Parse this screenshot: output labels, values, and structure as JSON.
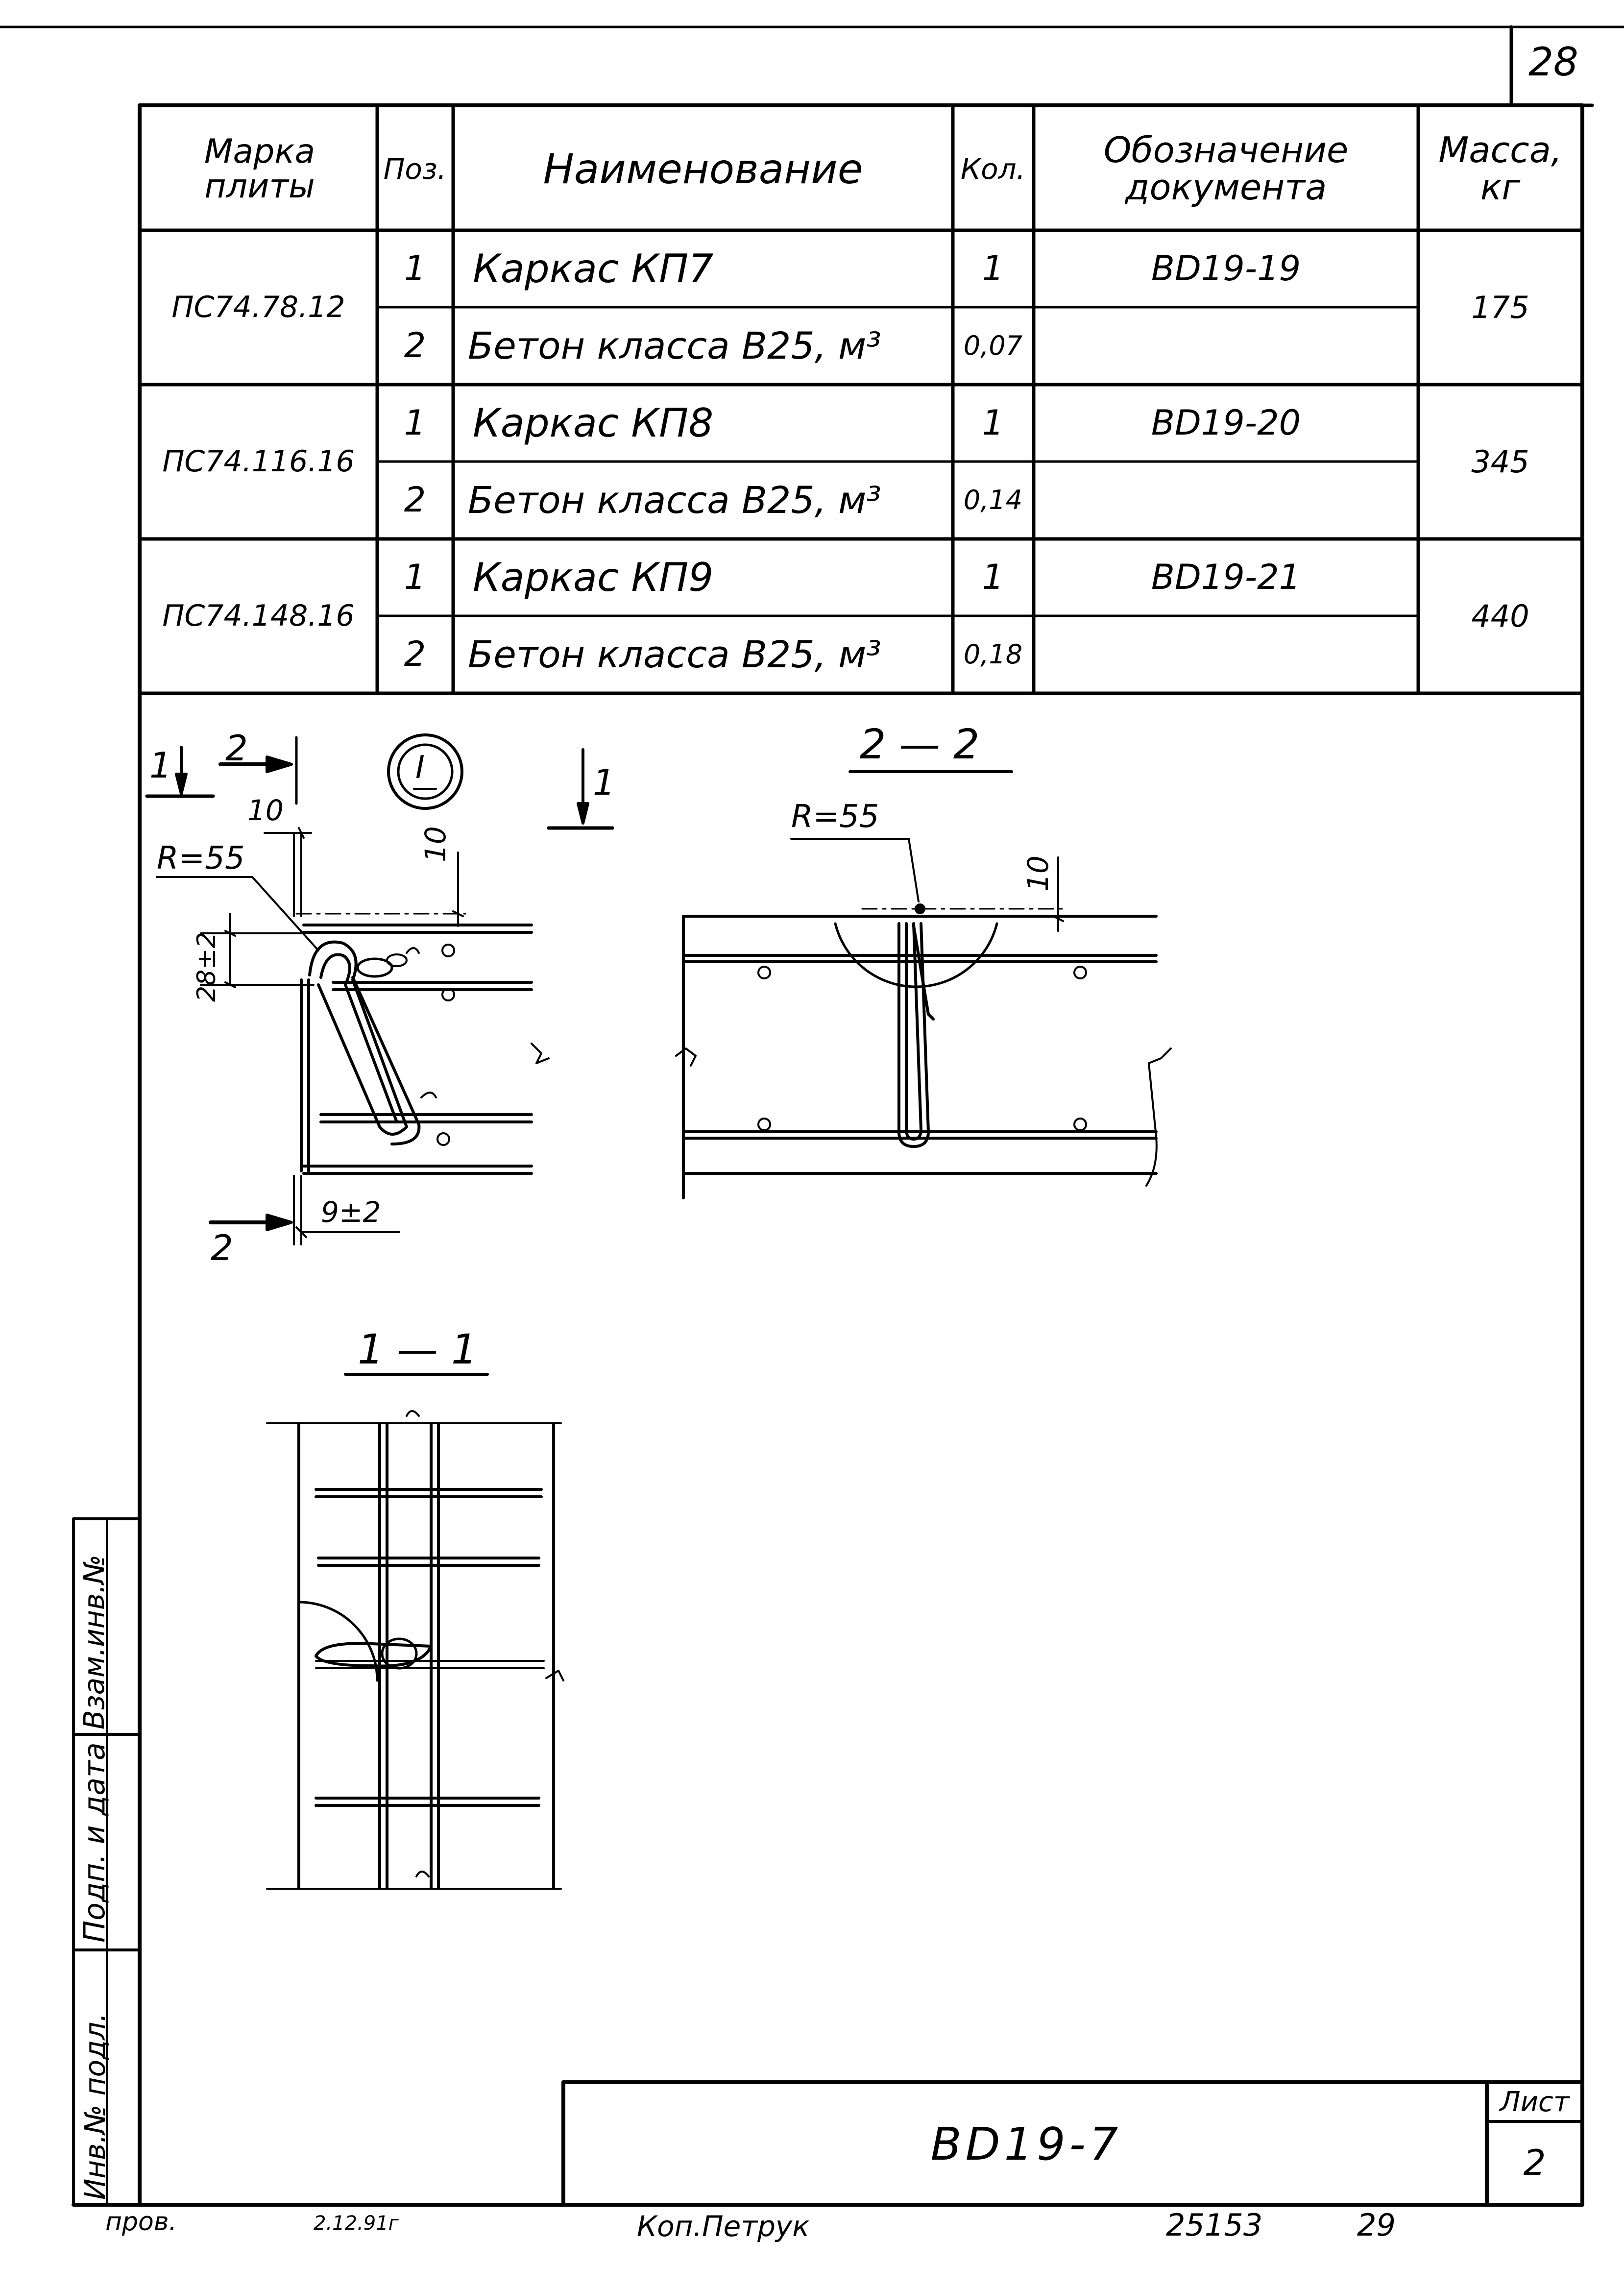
{
  "sheet_number": "28",
  "table": {
    "headers": {
      "mark": "Марка плиты",
      "pos": "Поз.",
      "name": "Наименование",
      "qty": "Кол.",
      "doc": "Обозначение документа",
      "mass": "Масса, кг"
    },
    "groups": [
      {
        "mark": "ПС74.78.12",
        "mass": "175",
        "rows": [
          {
            "pos": "1",
            "name": "Каркас КП7",
            "qty": "1",
            "doc": "ВD19-19"
          },
          {
            "pos": "2",
            "name": "Бетон класса В25, м³",
            "qty": "0,07",
            "doc": ""
          }
        ]
      },
      {
        "mark": "ПС74.116.16",
        "mass": "345",
        "rows": [
          {
            "pos": "1",
            "name": "Каркас КП8",
            "qty": "1",
            "doc": "ВD19-20"
          },
          {
            "pos": "2",
            "name": "Бетон класса В25, м³",
            "qty": "0,14",
            "doc": ""
          }
        ]
      },
      {
        "mark": "ПС74.148.16",
        "mass": "440",
        "rows": [
          {
            "pos": "1",
            "name": "Каркас КП9",
            "qty": "1",
            "doc": "ВD19-21"
          },
          {
            "pos": "2",
            "name": "Бетон класса В25, м³",
            "qty": "0,18",
            "doc": ""
          }
        ]
      }
    ]
  },
  "drawing": {
    "node_label": "I",
    "section_1": "1",
    "section_2": "2",
    "section_2_title": "2 — 2",
    "section_1_title": "1 — 1",
    "dim_10_a": "10",
    "dim_r55_a": "R=55",
    "dim_10_b": "10",
    "dim_28": "28±2",
    "dim_9": "9±2",
    "dim_r55_b": "R=55",
    "dim_10_c": "10"
  },
  "side_stamp": {
    "inv_orig": "Инв.№ подл.",
    "sign_date": "Подп. и дата",
    "inv_replace": "Взам.инв.№"
  },
  "title_block": {
    "code": "ВD19-7",
    "sheet_label": "Лист",
    "sheet_no": "2"
  },
  "footer": {
    "checked": "пров.",
    "date": "2.12.91г",
    "copied": "Коп.Петрук",
    "order": "25153",
    "format": "29"
  }
}
